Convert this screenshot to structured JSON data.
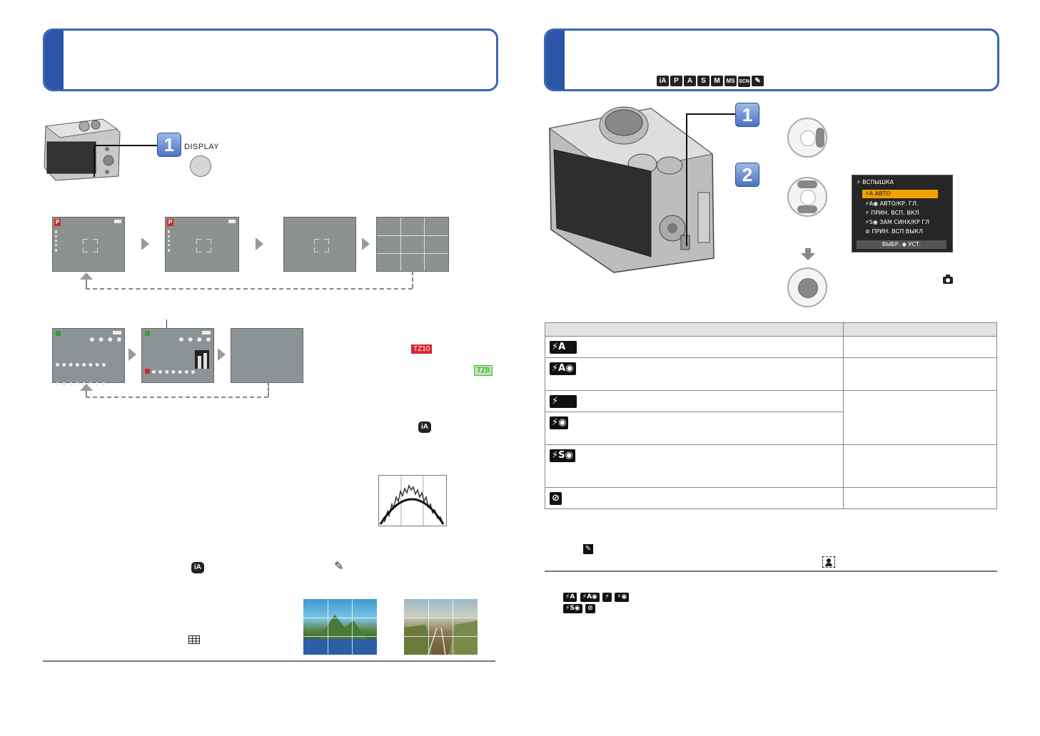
{
  "left": {
    "step1_number": "1",
    "display_button_label": "DISPLAY",
    "screen1_mode_icon": "P",
    "screen2_mode_icon": "P",
    "ia_icon_label": "iA",
    "edit_icon": "pencil-note-icon",
    "grid_icon": "grid-icon"
  },
  "right": {
    "step1_number": "1",
    "step2_number": "2",
    "mode_icons": [
      "iA",
      "P",
      "A",
      "S",
      "M",
      "MS",
      "SCN",
      "✎"
    ],
    "flash_menu": {
      "title": "ВСПЫШКА",
      "items": [
        "АВТО",
        "АВТО/КР. ГЛ.",
        "ПРИН. ВСП. ВКЛ",
        "ЗАМ СИНХ/КР ГЛ",
        "ПРИН. ВСП ВЫКЛ"
      ],
      "item_icons": [
        "⚡A",
        "⚡A◉",
        "⚡",
        "⚡S◉",
        "⊘"
      ],
      "selected_index": 0,
      "footer": "ВЫБР. ◆ УСТ."
    },
    "camera_icon": "camera-icon",
    "flash_table": {
      "rows": [
        {
          "icon": "⚡A"
        },
        {
          "icon": "⚡A◉"
        },
        {
          "icon": "⚡"
        },
        {
          "icon": "⚡◉"
        },
        {
          "icon": "⚡S◉"
        },
        {
          "icon": "⊘"
        }
      ]
    },
    "note_icons_row1": [
      "⚡A",
      "⚡A◉",
      "⚡",
      "⚡◉"
    ],
    "note_icons_row2": [
      "⚡S◉",
      "⊘"
    ]
  },
  "model_tags": {
    "tz10": "TZ10",
    "tz8": "TZ8",
    "tz10_color": "#d9262b",
    "tz8_color": "#4caf50"
  },
  "colors": {
    "accent": "#3a64b0",
    "header_tab": "#2a55a8"
  }
}
